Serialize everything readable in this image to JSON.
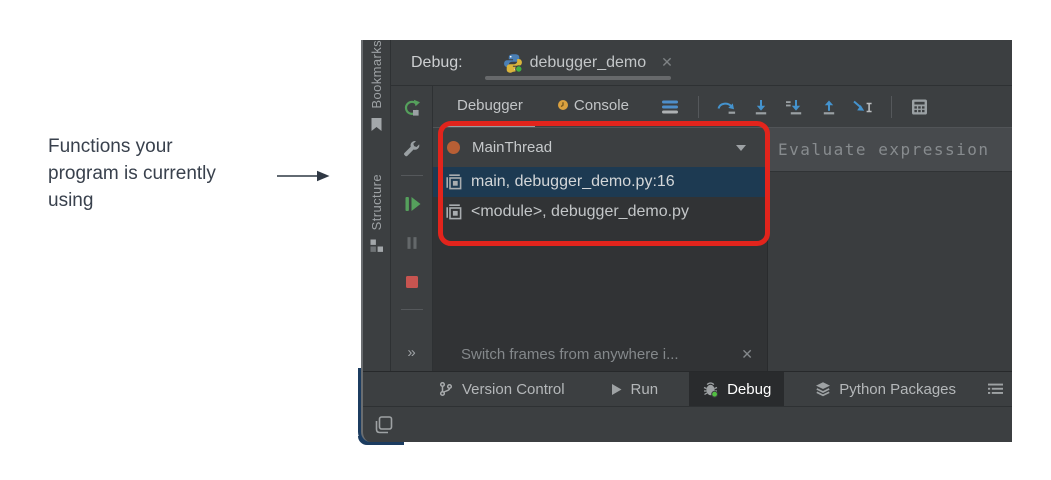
{
  "annotation": {
    "line1": "Functions your",
    "line2": "program is currently",
    "line3": "using"
  },
  "header": {
    "label": "Debug:",
    "tab_title": "debugger_demo",
    "close": "✕"
  },
  "stripe": {
    "bookmarks": "Bookmarks",
    "structure": "Structure"
  },
  "left_toolbar": {
    "more": "»"
  },
  "debug_toolbar": {
    "tab_debugger": "Debugger",
    "tab_console": "Console"
  },
  "threads": {
    "selected": "MainThread"
  },
  "frames": [
    {
      "label": "main, debugger_demo.py:16",
      "selected": true
    },
    {
      "label": "<module>, debugger_demo.py",
      "selected": false
    }
  ],
  "evaluate": {
    "placeholder": "Evaluate expression"
  },
  "notification": {
    "text": "Switch frames from anywhere i...",
    "close": "✕"
  },
  "status_bar": {
    "version_control": "Version Control",
    "run": "Run",
    "debug": "Debug",
    "python_packages": "Python Packages"
  },
  "colors": {
    "annotation_box": "#e2241c",
    "selection_row": "#1d3a52",
    "thread_dot": "#b85f35",
    "panel_bg": "#3c3f41"
  }
}
